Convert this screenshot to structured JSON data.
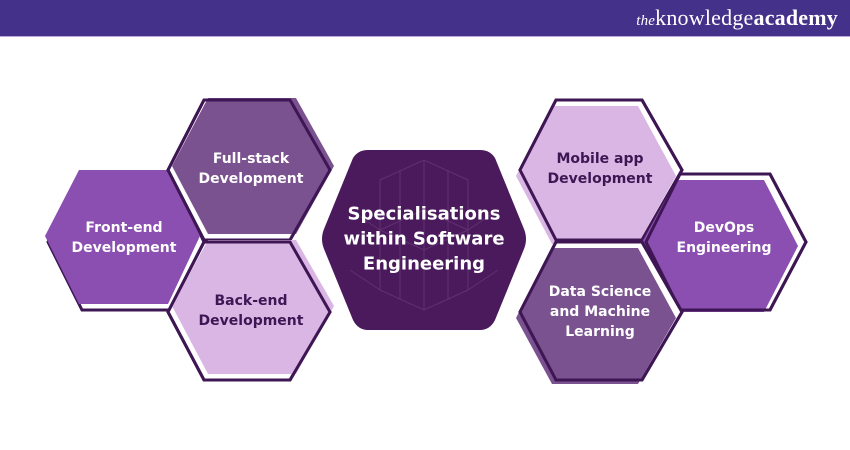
{
  "header": {
    "logo_prefix": "the",
    "logo_main": "knowledge",
    "logo_suffix": "academy",
    "background_color": "#44318a"
  },
  "diagram": {
    "center": {
      "label": "Specialisations within Software Engineering",
      "lines": [
        "Specialisations",
        "within Software",
        "Engineering"
      ],
      "fill": "#4a1a5c"
    },
    "left_group": [
      {
        "label": "Front-end Development",
        "lines": [
          "Front-end",
          "Development"
        ],
        "fill": "#8a4fb0",
        "text_color": "#ffffff"
      },
      {
        "label": "Full-stack Development",
        "lines": [
          "Full-stack",
          "Development"
        ],
        "fill": "#7b5290",
        "text_color": "#ffffff"
      },
      {
        "label": "Back-end Development",
        "lines": [
          "Back-end",
          "Development"
        ],
        "fill": "#d9b6e4",
        "text_color": "#3e1654"
      }
    ],
    "right_group": [
      {
        "label": "Mobile app Development",
        "lines": [
          "Mobile app",
          "Development"
        ],
        "fill": "#d9b6e4",
        "text_color": "#3e1654"
      },
      {
        "label": "DevOps Engineering",
        "lines": [
          "DevOps",
          "Engineering"
        ],
        "fill": "#8a4fb0",
        "text_color": "#ffffff"
      },
      {
        "label": "Data Science and Machine Learning",
        "lines": [
          "Data Science",
          "and Machine",
          "Learning"
        ],
        "fill": "#7b5290",
        "text_color": "#ffffff"
      }
    ],
    "outline_color": "#3e1654"
  }
}
